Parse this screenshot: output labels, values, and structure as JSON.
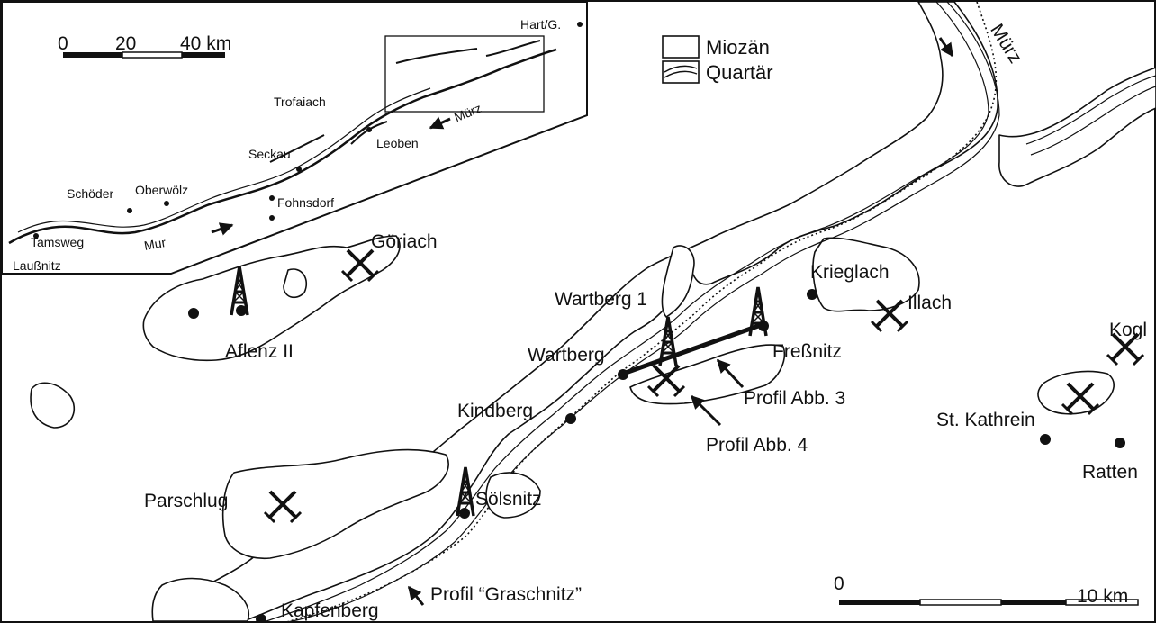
{
  "legend": {
    "miocene": "Miozän",
    "quaternary": "Quartär"
  },
  "inset": {
    "scale_labels": [
      "0",
      "20",
      "40 km"
    ],
    "places": {
      "hart": "Hart/G.",
      "muerz": "Mürz",
      "trofaiach": "Trofaiach",
      "leoben": "Leoben",
      "seckau": "Seckau",
      "schoeder": "Schöder",
      "oberwoelz": "Oberwölz",
      "fohnsdorf": "Fohnsdorf",
      "tamsweg": "Tamsweg",
      "mur": "Mur",
      "laussnitz": "Laußnitz"
    }
  },
  "main": {
    "river": "Mürz",
    "places": {
      "goeriach": "Göriach",
      "aflenz": "Aflenz II",
      "wartberg1": "Wartberg 1",
      "wartberg": "Wartberg",
      "krieglach": "Krieglach",
      "illach": "Illach",
      "fressnitz": "Freßnitz",
      "kogl": "Kogl",
      "kindberg": "Kindberg",
      "st_kathrein": "St. Kathrein",
      "ratten": "Ratten",
      "parschlug": "Parschlug",
      "soelsnitz": "Sölsnitz",
      "kapfenberg": "Kapfenberg"
    },
    "profiles": {
      "abb3": "Profil Abb. 3",
      "abb4": "Profil Abb. 4",
      "graschnitz": "Profil “Graschnitz”"
    },
    "scale_labels": [
      "0",
      "10 km"
    ]
  }
}
